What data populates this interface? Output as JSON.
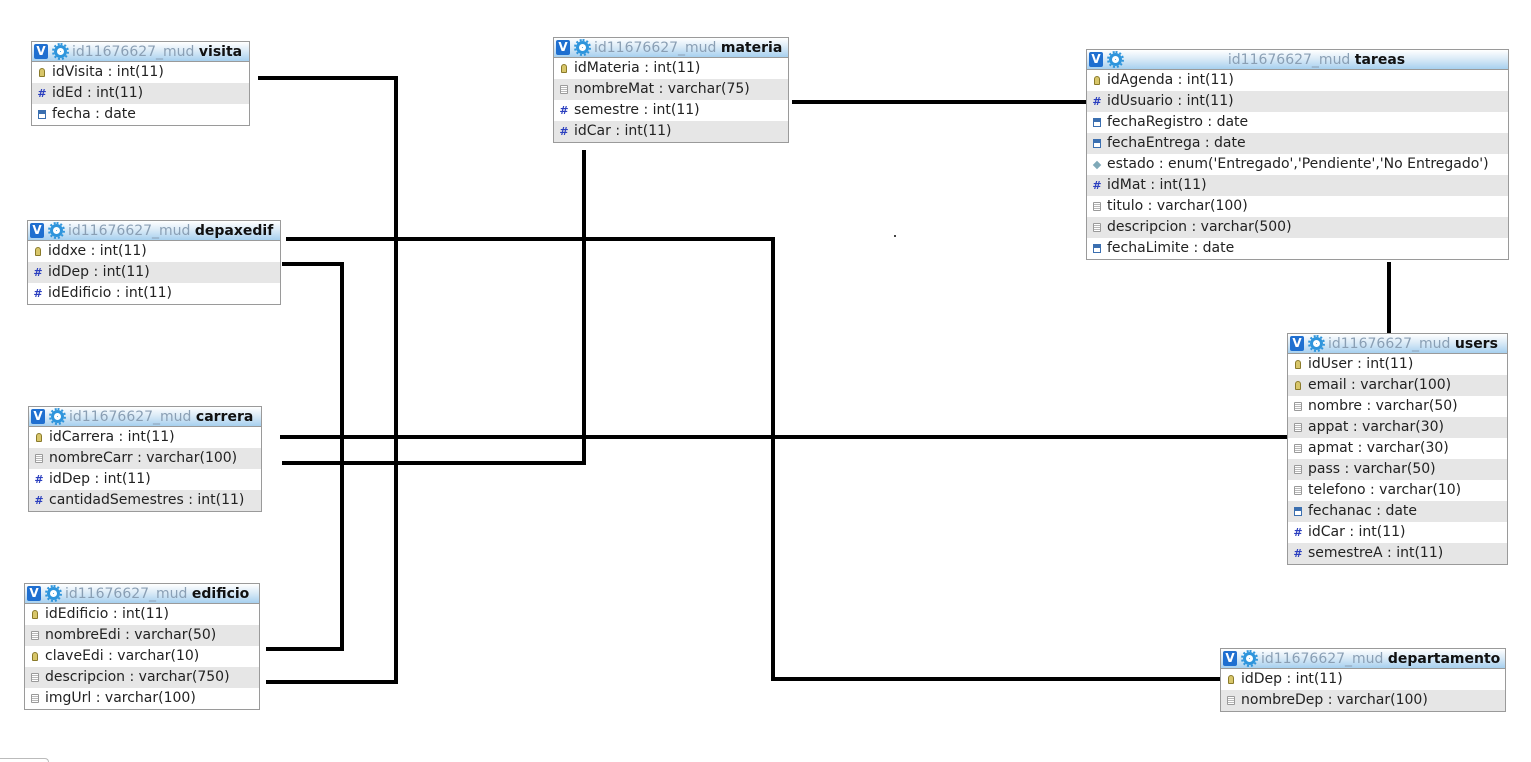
{
  "db_prefix": "id11676627_mud",
  "tables": {
    "visita": {
      "name": "visita",
      "fields": [
        {
          "icon": "key",
          "label": "idVisita : int(11)"
        },
        {
          "icon": "num",
          "label": "idEd : int(11)"
        },
        {
          "icon": "date",
          "label": "fecha : date"
        }
      ]
    },
    "materia": {
      "name": "materia",
      "fields": [
        {
          "icon": "key",
          "label": "idMateria : int(11)"
        },
        {
          "icon": "text",
          "label": "nombreMat : varchar(75)"
        },
        {
          "icon": "num",
          "label": "semestre : int(11)"
        },
        {
          "icon": "num",
          "label": "idCar : int(11)"
        }
      ]
    },
    "tareas": {
      "name": "tareas",
      "fields": [
        {
          "icon": "key",
          "label": "idAgenda : int(11)"
        },
        {
          "icon": "num",
          "label": "idUsuario : int(11)"
        },
        {
          "icon": "date",
          "label": "fechaRegistro : date"
        },
        {
          "icon": "date",
          "label": "fechaEntrega : date"
        },
        {
          "icon": "enum",
          "label": "estado : enum('Entregado','Pendiente','No Entregado')"
        },
        {
          "icon": "num",
          "label": "idMat : int(11)"
        },
        {
          "icon": "text",
          "label": "titulo : varchar(100)"
        },
        {
          "icon": "text",
          "label": "descripcion : varchar(500)"
        },
        {
          "icon": "date",
          "label": "fechaLimite : date"
        }
      ]
    },
    "depaxedif": {
      "name": "depaxedif",
      "fields": [
        {
          "icon": "key",
          "label": "iddxe : int(11)"
        },
        {
          "icon": "num",
          "label": "idDep : int(11)"
        },
        {
          "icon": "num",
          "label": "idEdificio : int(11)"
        }
      ]
    },
    "users": {
      "name": "users",
      "fields": [
        {
          "icon": "key",
          "label": "idUser : int(11)"
        },
        {
          "icon": "key",
          "label": "email : varchar(100)"
        },
        {
          "icon": "text",
          "label": "nombre : varchar(50)"
        },
        {
          "icon": "text",
          "label": "appat : varchar(30)"
        },
        {
          "icon": "text",
          "label": "apmat : varchar(30)"
        },
        {
          "icon": "text",
          "label": "pass : varchar(50)"
        },
        {
          "icon": "text",
          "label": "telefono : varchar(10)"
        },
        {
          "icon": "date",
          "label": "fechanac : date"
        },
        {
          "icon": "num",
          "label": "idCar : int(11)"
        },
        {
          "icon": "num",
          "label": "semestreA : int(11)"
        }
      ]
    },
    "carrera": {
      "name": "carrera",
      "fields": [
        {
          "icon": "key",
          "label": "idCarrera : int(11)"
        },
        {
          "icon": "text",
          "label": "nombreCarr : varchar(100)"
        },
        {
          "icon": "num",
          "label": "idDep : int(11)"
        },
        {
          "icon": "num",
          "label": "cantidadSemestres : int(11)"
        }
      ]
    },
    "edificio": {
      "name": "edificio",
      "fields": [
        {
          "icon": "key",
          "label": "idEdificio : int(11)"
        },
        {
          "icon": "text",
          "label": "nombreEdi : varchar(50)"
        },
        {
          "icon": "key",
          "label": "claveEdi : varchar(10)"
        },
        {
          "icon": "text",
          "label": "descripcion : varchar(750)"
        },
        {
          "icon": "text",
          "label": "imgUrl : varchar(100)"
        }
      ]
    },
    "departamento": {
      "name": "departamento",
      "fields": [
        {
          "icon": "key",
          "label": "idDep : int(11)"
        },
        {
          "icon": "text",
          "label": "nombreDep : varchar(100)"
        }
      ]
    }
  },
  "colors": {
    "header_accent": "#a7d0ef",
    "relation_line": "#000000",
    "alt_row": "#e6e6e6",
    "db_prefix_text": "#8a9fb4"
  }
}
